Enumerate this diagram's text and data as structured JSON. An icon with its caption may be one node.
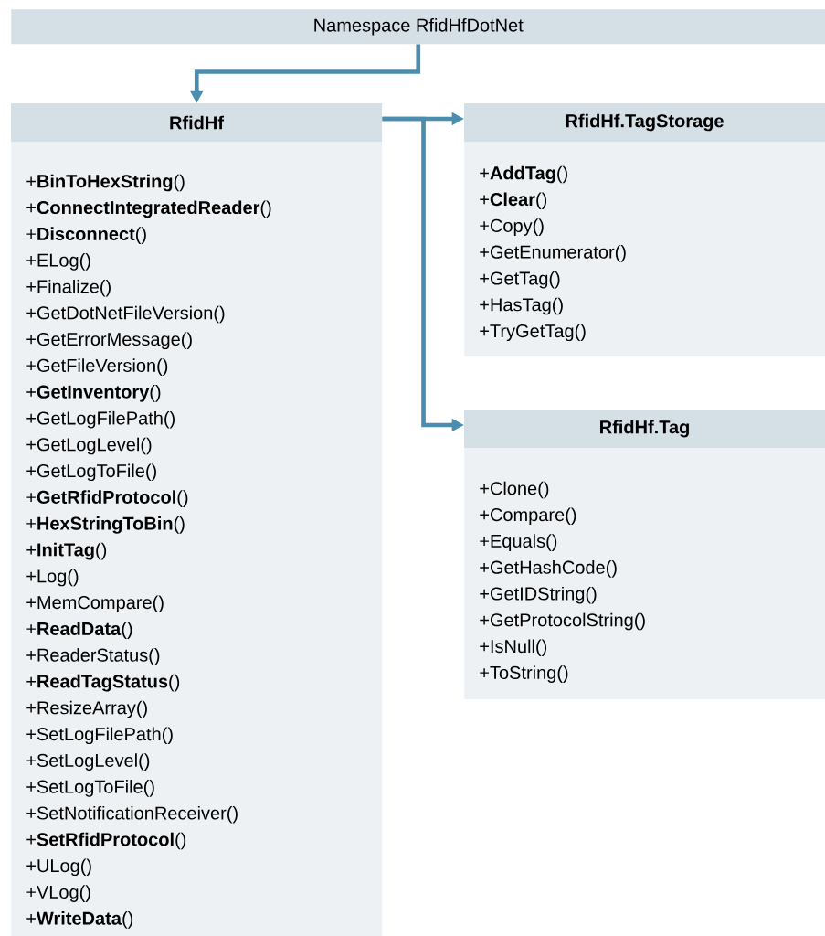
{
  "diagram": {
    "nodes": [
      {
        "text": [
          "Namespace RfidHfDotNet"
        ]
      },
      {
        "text": [
          "RfidHf",
          "+**BinToHexString**()",
          "+**ConnectIntegratedReader**()",
          "+**Disconnect**()",
          "+ELog()",
          "+Finalize()",
          "+GetDotNetFileVersion()",
          "+GetErrorMessage()",
          "+GetFileVersion()",
          "+**GetInventory**()",
          "+GetLogFilePath()",
          "+GetLogLevel()",
          "+GetLogToFile()",
          "+**GetRfidProtocol**()",
          "+**HexStringToBin**()",
          "+**InitTag**()",
          "+Log()",
          "+MemCompare()",
          "+**ReadData**()",
          "+ReaderStatus()",
          "+**ReadTagStatus**()",
          "+ResizeArray()",
          "+SetLogFilePath()",
          "+SetLogLevel()",
          "+SetLogToFile()",
          "+SetNotificationReceiver()",
          "+**SetRfidProtocol**()",
          "+ULog()",
          "+VLog()",
          "+**WriteData**()"
        ]
      },
      {
        "text": [
          "RfidHf.TagStorage",
          "+**AddTag**()",
          "+**Clear**()",
          "+Copy()",
          "+GetEnumerator()",
          "+GetTag()",
          "+HasTag()",
          "+TryGetTag()"
        ]
      },
      {
        "text": [
          "RfidHf.Tag",
          "+Clone()",
          "+Compare()",
          "+Equals()",
          "+GetHashCode()",
          "+GetIDString()",
          "+GetProtocolString()",
          "+IsNull()",
          "+ToString()"
        ]
      }
    ],
    "edges": [
      {
        "from": 0,
        "to": 1,
        "arrow": "to"
      },
      {
        "from": 1,
        "to": 2,
        "arrow": "to"
      },
      {
        "from": 1,
        "to": 3,
        "arrow": "to"
      }
    ]
  }
}
